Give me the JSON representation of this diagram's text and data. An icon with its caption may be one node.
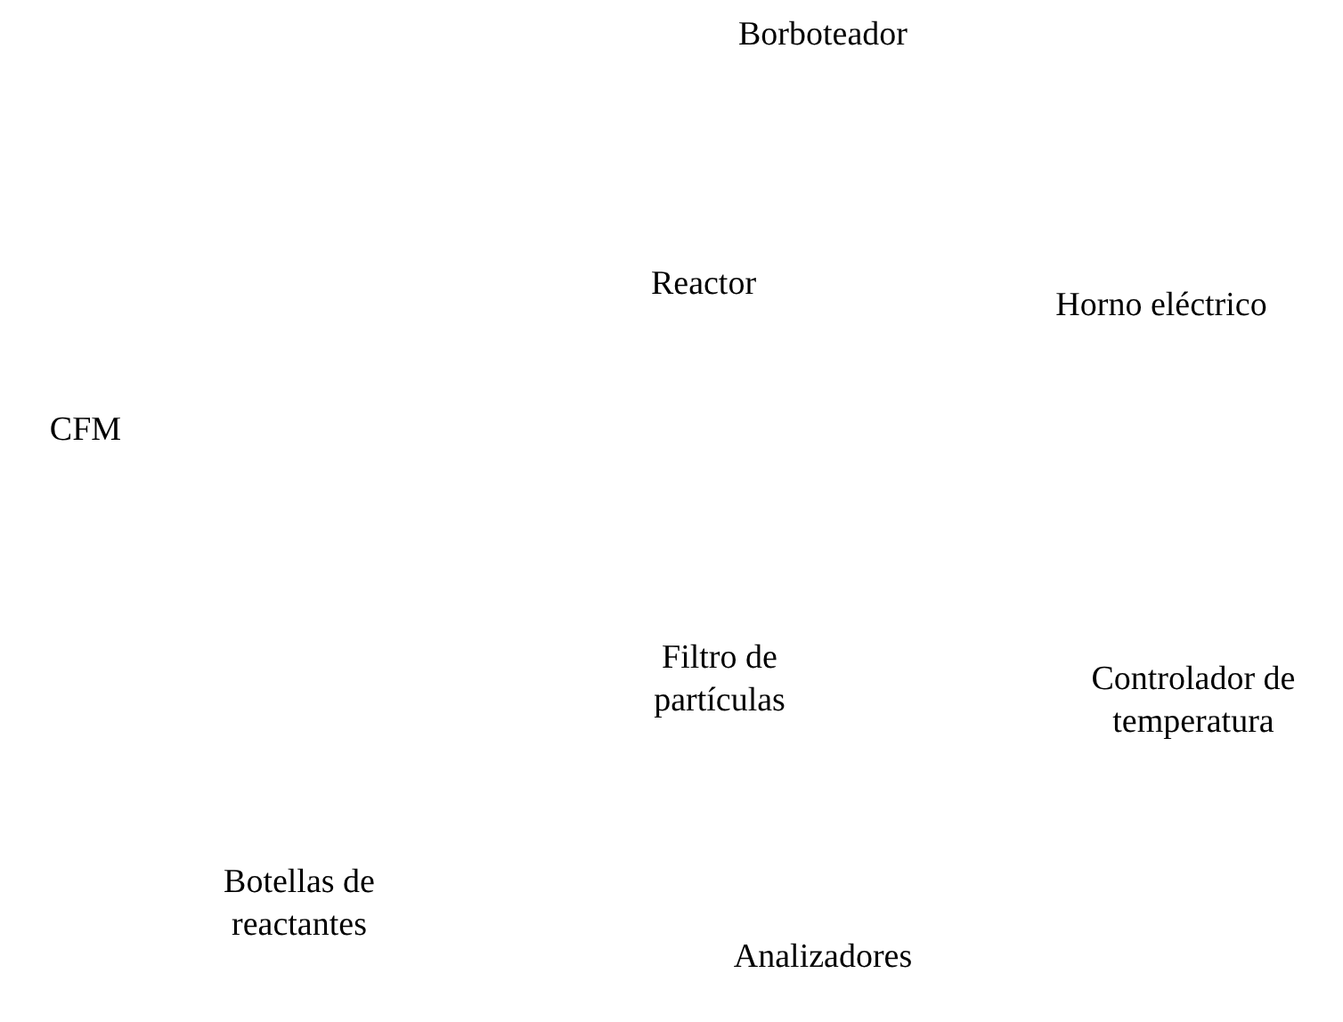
{
  "diagram": {
    "labels": [
      "Borboteador",
      "Reactor",
      "Horno eléctrico",
      "CFM",
      "Filtro de partículas",
      "Controlador de temperatura",
      "Botellas de reactantes",
      "Analizadores"
    ]
  }
}
